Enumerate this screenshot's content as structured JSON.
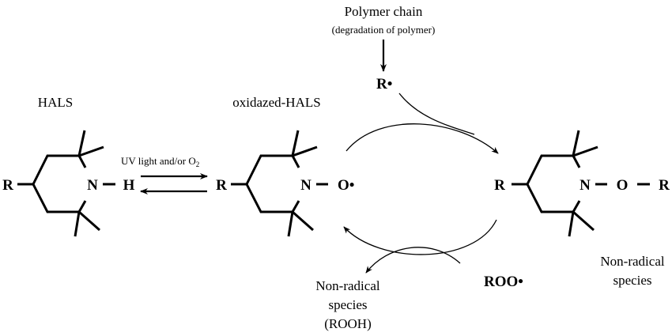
{
  "labels": {
    "hals": "HALS",
    "oxidized_hals": "oxidazed-HALS",
    "polymer_chain": "Polymer chain",
    "degradation": "(degradation of polymer)",
    "uv_condition": "UV light and/or O",
    "uv_subscript": "2",
    "r_radical": "R•",
    "roo_radical": "ROO•",
    "nonradical_left_1": "Non-radical",
    "nonradical_left_2": "species",
    "nonradical_left_3": "(ROOH)",
    "nonradical_right_1": "Non-radical",
    "nonradical_right_2": "species"
  },
  "atoms": {
    "r": "R",
    "n": "N",
    "h": "H",
    "o_radical": "O•",
    "o": "O"
  }
}
